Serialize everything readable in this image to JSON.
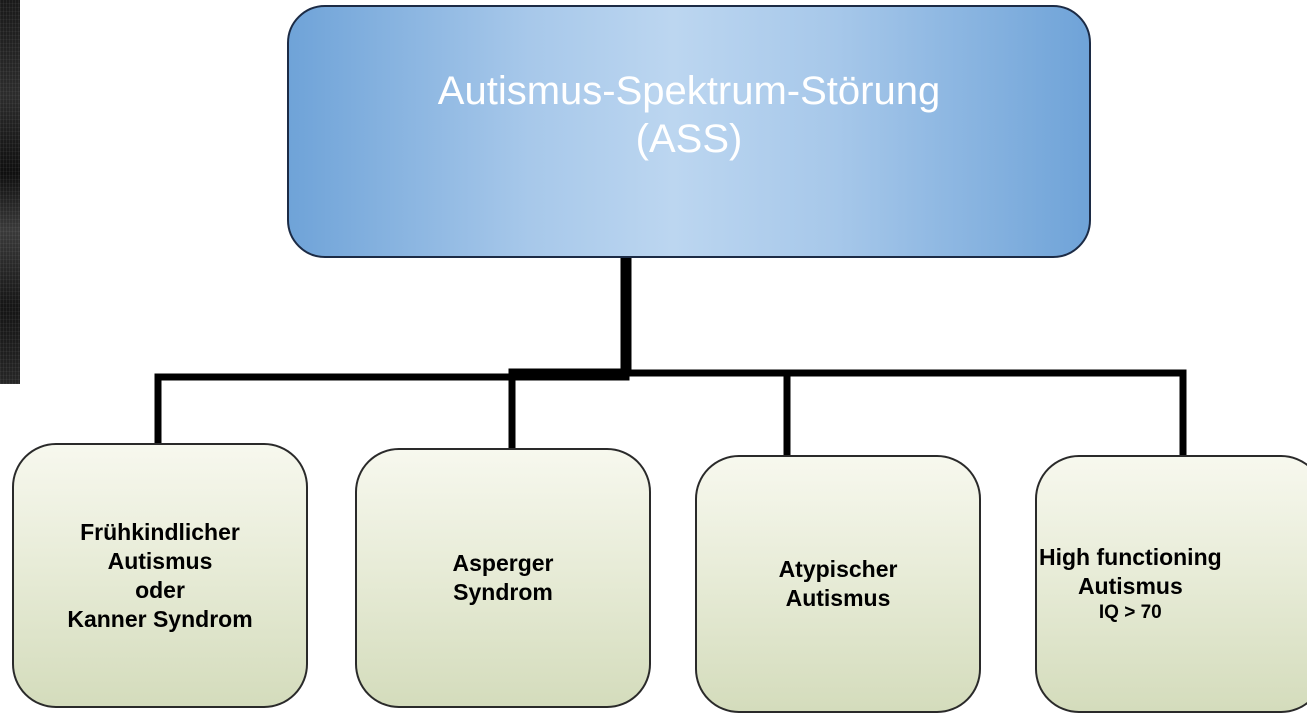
{
  "diagram": {
    "root": {
      "lines": [
        "Autismus-Spektrum-Störung",
        "(ASS)"
      ]
    },
    "children": [
      {
        "lines": [
          "Frühkindlicher",
          "Autismus",
          "oder",
          "Kanner Syndrom"
        ]
      },
      {
        "lines": [
          "Asperger",
          "Syndrom"
        ]
      },
      {
        "lines": [
          "Atypischer",
          "Autismus"
        ]
      },
      {
        "lines": [
          "High functioning",
          "Autismus",
          "IQ > 70"
        ]
      }
    ]
  },
  "colors": {
    "root_fill_edge": "#6fa3d8",
    "root_fill_center": "#bcd6f0",
    "root_text": "#ffffff",
    "child_fill_top": "#f7f8ee",
    "child_fill_bottom": "#d4dcbc",
    "connector": "#000000"
  }
}
